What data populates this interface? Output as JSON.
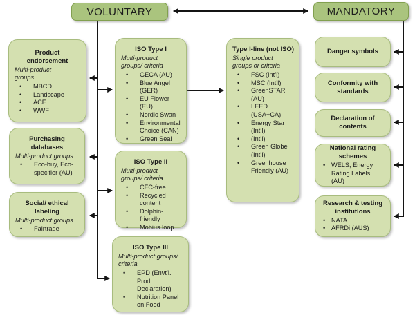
{
  "colors": {
    "header_fill": "#aac47e",
    "header_border": "#82a050",
    "box_fill": "#d4e0b0",
    "box_border": "#a8bc7e",
    "arrow": "#141414",
    "text": "#1c1c1c"
  },
  "headers": {
    "voluntary": "VOLUNTARY",
    "mandatory": "MANDATORY"
  },
  "left_column": [
    {
      "title": "Product endorsement",
      "subtitle": "Multi-product groups",
      "bullets": [
        "MBCD",
        "Landscape",
        "ACF",
        "WWF"
      ]
    },
    {
      "title": "Purchasing databases",
      "subtitle": "Multi-product groups",
      "bullets": [
        "Eco-buy, Eco-specifier (AU)"
      ]
    },
    {
      "title": "Social/ ethical labeling",
      "subtitle": "Multi-product groups",
      "bullets": [
        "Fairtrade"
      ]
    }
  ],
  "iso_column": [
    {
      "title": "ISO Type I",
      "subtitle": "Multi-product groups/ criteria",
      "bullets": [
        "GECA (AU)",
        "Blue Angel (GER)",
        "EU Flower (EU)",
        "Nordic Swan",
        "Environmental Choice (CAN)",
        "Green Seal"
      ]
    },
    {
      "title": "ISO Type II",
      "subtitle": "Multi-product groups/ criteria",
      "bullets": [
        "CFC-free",
        "Recycled content",
        "Dolphin-friendly",
        "Mobius loop"
      ]
    },
    {
      "title": "ISO Type III",
      "subtitle": "Multi-product groups/ criteria",
      "bullets": [
        "EPD (Envt’l. Prod. Declaration)",
        "Nutrition Panel on Food"
      ]
    }
  ],
  "type_i_line": {
    "title": "Type I-line (not ISO)",
    "subtitle": "Single product groups or criteria",
    "bullets": [
      "FSC (Int’l)",
      "MSC (Int’l)",
      "GreenSTAR (AU)",
      "LEED (USA+CA)",
      "Energy Star (Int’l)",
      "(Int’l)",
      "Green Globe (Int’l)",
      "Greenhouse Friendly (AU)"
    ]
  },
  "mandatory_column": [
    {
      "title": "Danger symbols",
      "bullets": []
    },
    {
      "title": "Conformity with standards",
      "bullets": []
    },
    {
      "title": "Declaration of contents",
      "bullets": []
    },
    {
      "title": "National rating schemes",
      "bullets": [
        "WELS, Energy Rating Labels (AU)"
      ]
    },
    {
      "title": "Research & testing institutions",
      "bullets": [
        "NATA",
        "AFRDi (AUS)"
      ]
    }
  ]
}
